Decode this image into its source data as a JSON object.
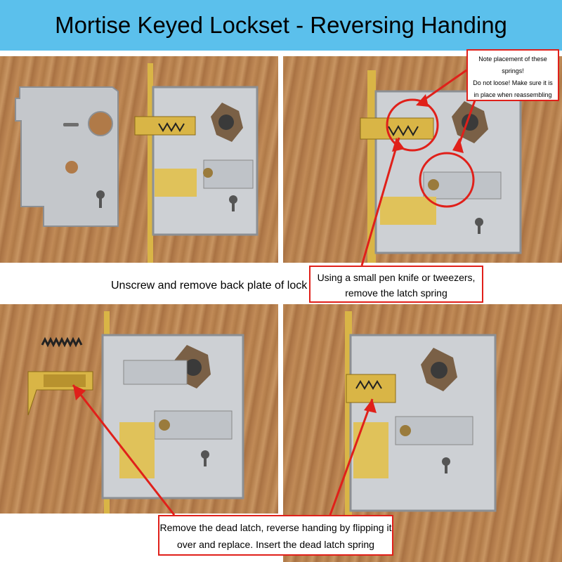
{
  "title": "Mortise Keyed Lockset - Reversing Handing",
  "step1_caption": "Unscrew and remove back plate of lock body.",
  "springs_note": {
    "line1": "Note placement of these springs!",
    "line2": "Do not loose! Make sure it is",
    "line3": "in place when reassembling"
  },
  "latch_note": {
    "line1": "Using a small pen knife or tweezers,",
    "line2": "remove the latch spring"
  },
  "deadlatch_note": {
    "line1": "Remove the dead latch, reverse handing by flipping it",
    "line2": "over and replace. Insert the dead latch spring"
  },
  "colors": {
    "title_bar": "#5bc0ec",
    "callout_border": "#e0201a",
    "arrow": "#e0201a",
    "brass": "#d9b546",
    "steel": "#c9ccd0"
  }
}
